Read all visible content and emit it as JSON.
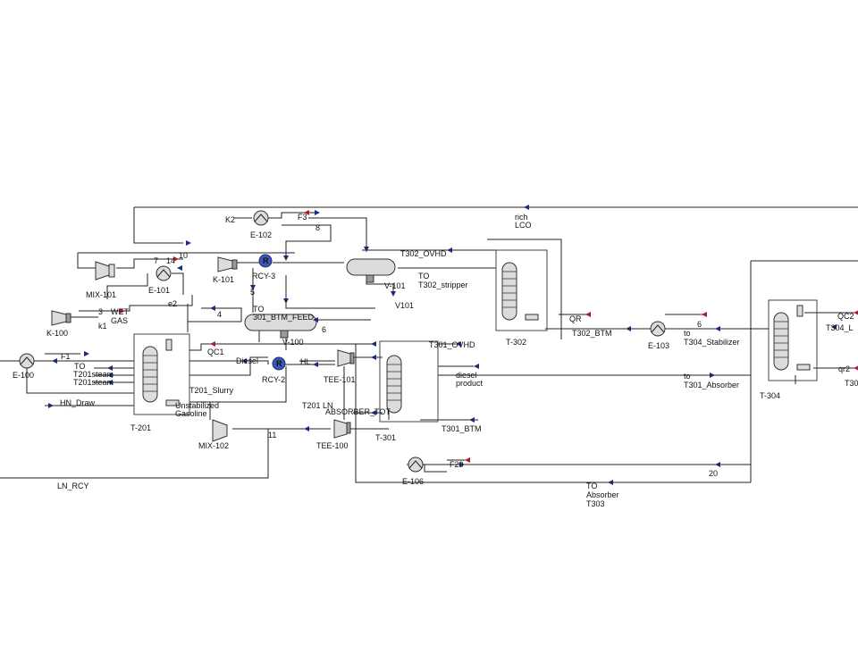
{
  "labels": {
    "k2": "K2",
    "e102": "E-102",
    "f3": "F3",
    "n8": "8",
    "rich_lco_1": "rich",
    "rich_lco_2": "LCO",
    "t302_ovhd": "T302_OVHD",
    "n10": "10",
    "n7": "7",
    "n14": "14",
    "mix101": "MIX-101",
    "e101": "E-101",
    "k101": "K-101",
    "rcy3": "RCY-3",
    "to_t302_1": "TO",
    "to_t302_2": "T302_stripper",
    "v101": "V-101",
    "v101b": "V101",
    "e2": "e2",
    "n5": "5",
    "t302": "T-302",
    "qr": "QR",
    "t302_btm": "T302_BTM",
    "e103": "E-103",
    "to_t304_1": "to",
    "to_t304_2": "T304_Stabilizer",
    "n6a": "6",
    "qc2": "QC2",
    "t304_l": "T304_L",
    "wet_gas_3": "3",
    "wet_gas_1": "WET",
    "wet_gas_2": "GAS",
    "k1": "k1",
    "k100": "K-100",
    "n4": "4",
    "to_301_1": "TO",
    "to_301_2": "301_BTM_FEED",
    "v100": "V-100",
    "n6b": "6",
    "t301_ovhd": "T301_OVHD",
    "f1": "F1",
    "e100": "E-100",
    "to_t201_1": "TO",
    "to_t201_2": "T201steam",
    "to_t201_3": "T201steam",
    "qc1": "QC1",
    "diesel": "Diesel",
    "rcy2": "RCY-2",
    "hl": "HL",
    "tee101": "TEE-101",
    "diesel_product_1": "diesel",
    "diesel_product_2": "product",
    "to_t301_abs_1": "to",
    "to_t301_abs_2": "T301_Absorber",
    "qr2": "qr2",
    "t30x": "T30",
    "t304": "T-304",
    "t201_slurry": "T201_Slurry",
    "hn_draw": "HN_Draw",
    "unstab_1": "Unstabilized",
    "unstab_2": "Gasoline",
    "t201_ln": "T201 LN",
    "absorber_tot": "ABSORBER_TOT",
    "t201": "T-201",
    "mix102": "MIX-102",
    "n11": "11",
    "tee100": "TEE-100",
    "t301": "T-301",
    "t301_btm": "T301_BTM",
    "f20": "F20",
    "e106": "E-106",
    "n20": "20",
    "ln_rcy": "LN_RCY",
    "to_abs_1": "TO",
    "to_abs_2": "Absorber",
    "to_abs_3": "T303",
    "rcy_r": "R"
  }
}
